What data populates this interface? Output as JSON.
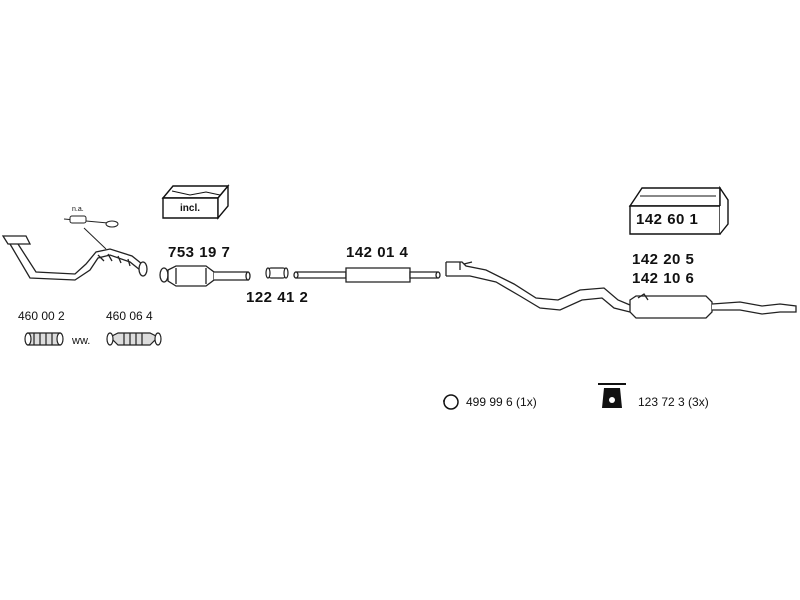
{
  "parts": {
    "incl": "incl.",
    "na": "n.a.",
    "p460002": "460 00 2",
    "ww": "ww.",
    "p460064": "460 06 4",
    "p753197": "753 19 7",
    "p122412": "122 41 2",
    "p142014": "142 01 4",
    "p142601": "142 60 1",
    "p142205": "142 20 5",
    "p142106": "142 10 6",
    "p499996": "499 99 6 (1x)",
    "p123723": "123 72 3 (3x)"
  }
}
